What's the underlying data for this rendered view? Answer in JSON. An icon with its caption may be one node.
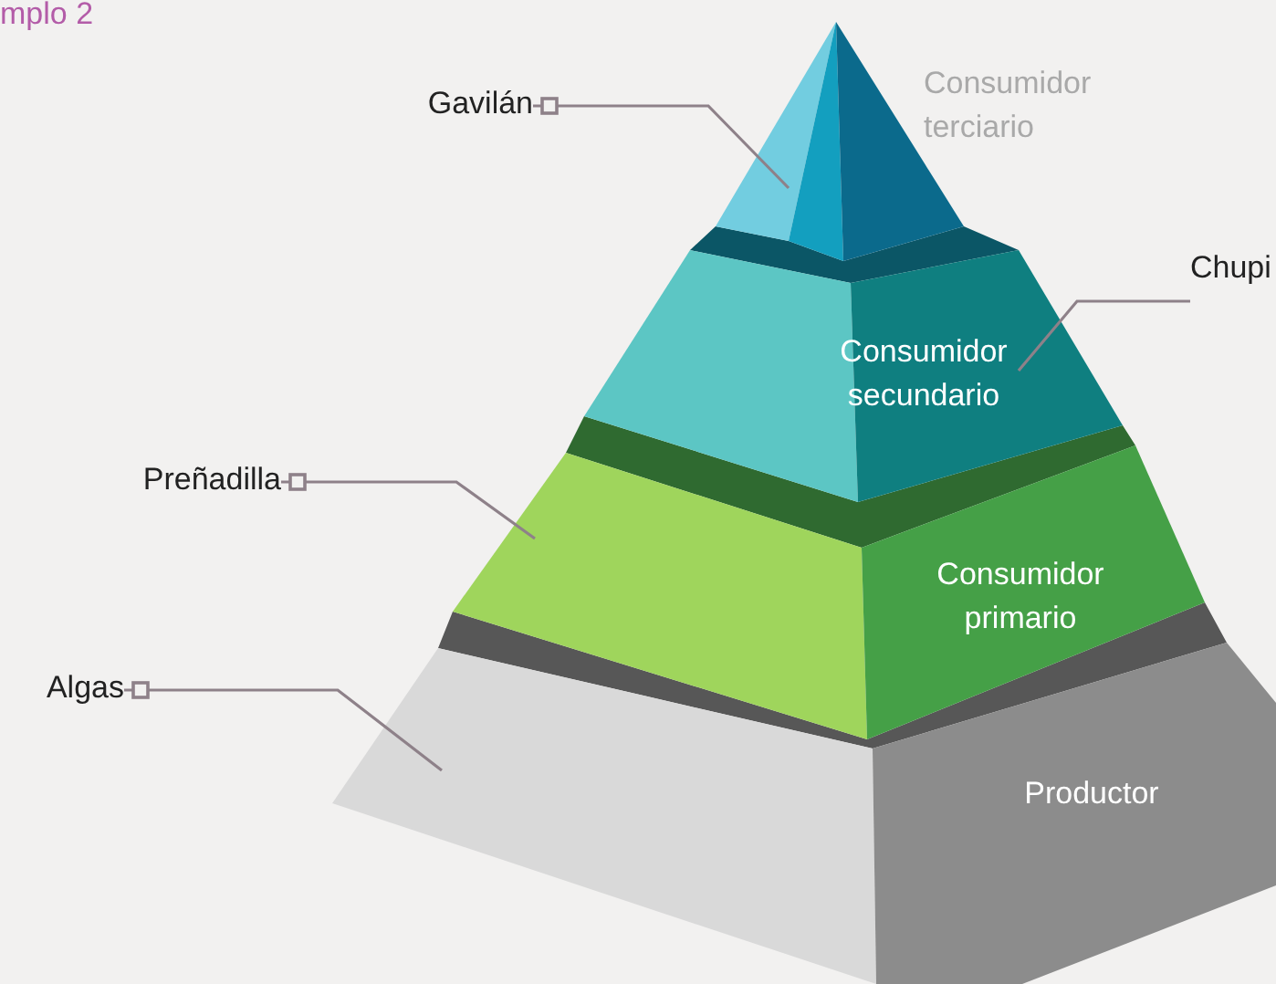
{
  "diagram": {
    "nodes": [
      {
        "text": [
          "Gavilán"
        ]
      },
      {
        "text": [
          "Consumidor terciario"
        ]
      },
      {
        "text": [
          "Chupi"
        ]
      },
      {
        "text": [
          "Consumidor secundario"
        ]
      },
      {
        "text": [
          "Preñadilla"
        ]
      },
      {
        "text": [
          "Consumidor primario"
        ]
      },
      {
        "text": [
          "Algas"
        ]
      },
      {
        "text": [
          "Productor"
        ]
      }
    ],
    "edges": [
      {
        "from": 0,
        "to": 1,
        "arrow": "other"
      },
      {
        "from": 2,
        "to": 3,
        "arrow": "none"
      },
      {
        "from": 4,
        "to": 5,
        "arrow": "other"
      },
      {
        "from": 6,
        "to": 7,
        "arrow": "other"
      }
    ],
    "labels": [
      "mplo 2"
    ]
  }
}
